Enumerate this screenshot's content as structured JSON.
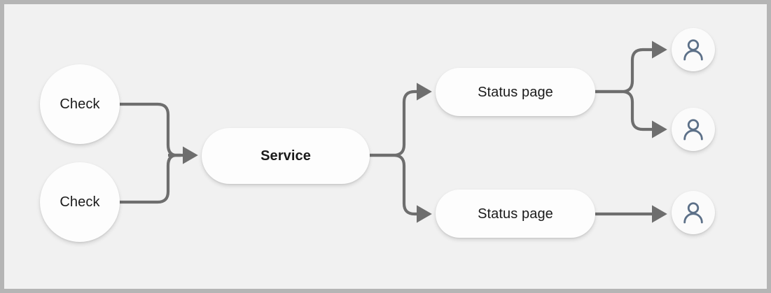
{
  "canvas": {
    "background_color": "#f1f1f1",
    "border_color": "#b5b5b5",
    "edge_color": "#6e6e6e",
    "node_fill_color": "#fdfdfd",
    "label_color": "#1b1b1b",
    "avatar_icon_color": "#5c7088"
  },
  "nodes": {
    "check_1": {
      "label": "Check",
      "shape": "circle"
    },
    "check_2": {
      "label": "Check",
      "shape": "circle"
    },
    "service": {
      "label": "Service",
      "shape": "pill",
      "emphasis": "bold"
    },
    "status_1": {
      "label": "Status page",
      "shape": "pill"
    },
    "status_2": {
      "label": "Status page",
      "shape": "pill"
    },
    "user_1": {
      "icon": "user-icon",
      "shape": "circle"
    },
    "user_2": {
      "icon": "user-icon",
      "shape": "circle"
    },
    "user_3": {
      "icon": "user-icon",
      "shape": "circle"
    }
  },
  "edges": [
    {
      "from": "check_1",
      "to": "service",
      "style": "elbow-rounded",
      "arrow": true
    },
    {
      "from": "check_2",
      "to": "service",
      "style": "elbow-rounded",
      "arrow": true
    },
    {
      "from": "service",
      "to": "status_1",
      "style": "elbow-rounded",
      "arrow": true
    },
    {
      "from": "service",
      "to": "status_2",
      "style": "elbow-rounded",
      "arrow": true
    },
    {
      "from": "status_1",
      "to": "user_1",
      "style": "elbow-rounded",
      "arrow": true
    },
    {
      "from": "status_1",
      "to": "user_2",
      "style": "elbow-rounded",
      "arrow": true
    },
    {
      "from": "status_2",
      "to": "user_3",
      "style": "straight",
      "arrow": true
    }
  ]
}
